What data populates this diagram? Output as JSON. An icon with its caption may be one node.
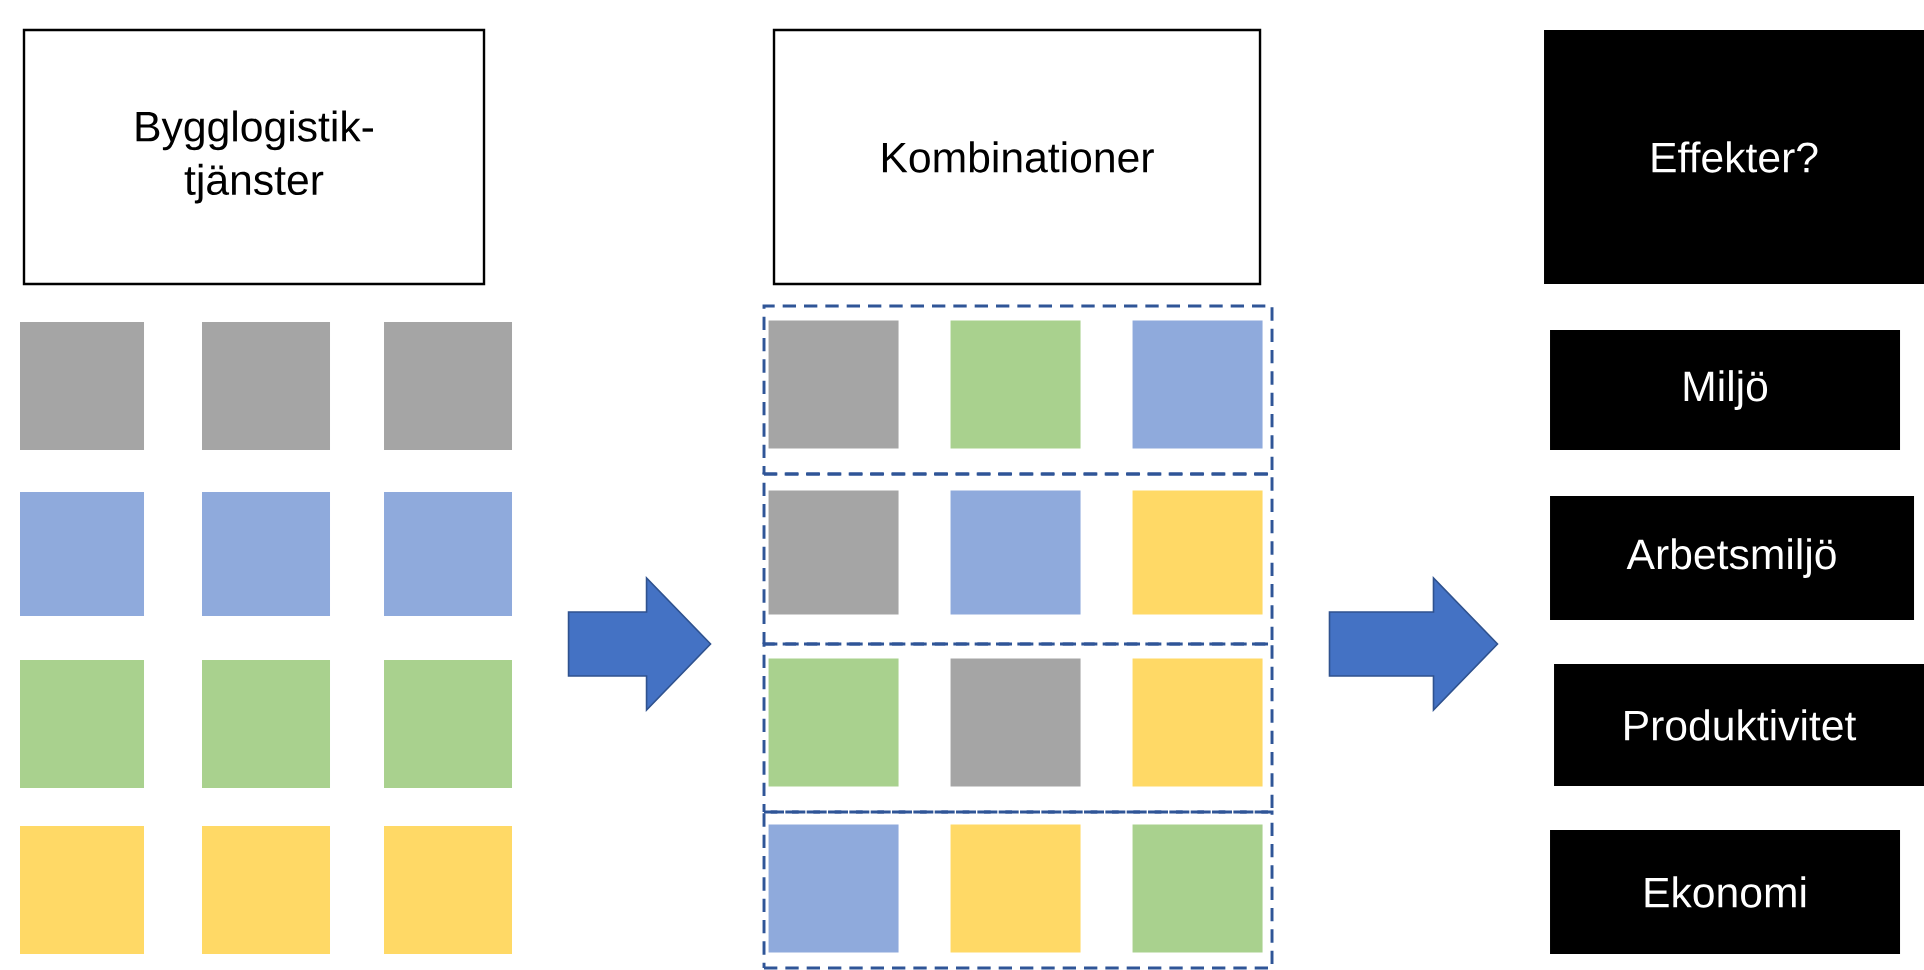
{
  "diagram": {
    "nodes": [
      {
        "text": [
          "Bygglogistik- tjänster"
        ]
      },
      {
        "text": [],
        "shape": "box"
      },
      {
        "text": [],
        "shape": "box"
      },
      {
        "text": [],
        "shape": "box"
      },
      {
        "text": [],
        "shape": "box"
      },
      {
        "text": [],
        "shape": "box"
      },
      {
        "text": [],
        "shape": "box"
      },
      {
        "text": [],
        "shape": "box"
      },
      {
        "text": [],
        "shape": "box"
      },
      {
        "text": [],
        "shape": "box"
      },
      {
        "text": [],
        "shape": "box"
      },
      {
        "text": [],
        "shape": "box"
      },
      {
        "text": [],
        "shape": "box"
      },
      {
        "text": [
          "Kombinationer"
        ]
      },
      {
        "text": [],
        "shape": "box"
      },
      {
        "text": [],
        "shape": "box",
        "in": 14
      },
      {
        "text": [],
        "shape": "box",
        "in": 14
      },
      {
        "text": [],
        "shape": "box",
        "in": 14
      },
      {
        "text": [],
        "shape": "box"
      },
      {
        "text": [],
        "shape": "box",
        "in": 18
      },
      {
        "text": [],
        "shape": "box",
        "in": 18
      },
      {
        "text": [],
        "shape": "box",
        "in": 18
      },
      {
        "text": [],
        "shape": "box"
      },
      {
        "text": [],
        "shape": "box",
        "in": 22
      },
      {
        "text": [],
        "shape": "box",
        "in": 22
      },
      {
        "text": [],
        "shape": "box",
        "in": 22
      },
      {
        "text": [],
        "shape": "box"
      },
      {
        "text": [],
        "shape": "box",
        "in": 26
      },
      {
        "text": [],
        "shape": "box",
        "in": 26
      },
      {
        "text": [],
        "shape": "box",
        "in": 26
      },
      {
        "text": [
          "Effekter?"
        ]
      },
      {
        "text": [
          "Miljö"
        ]
      },
      {
        "text": [
          "Arbetsmiljö"
        ]
      },
      {
        "text": [
          "Produktivitet"
        ]
      },
      {
        "text": [
          "Ekonomi"
        ]
      }
    ],
    "edges": [
      {
        "from": 6,
        "to": 18,
        "arrow": "to"
      },
      {
        "from": 18,
        "to": 32,
        "arrow": "to"
      }
    ]
  }
}
